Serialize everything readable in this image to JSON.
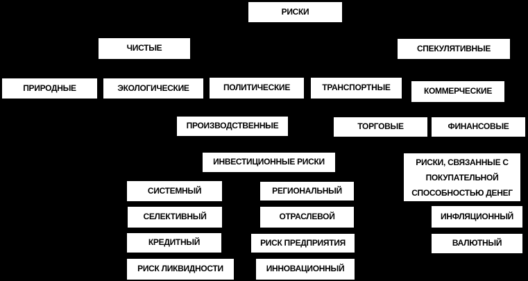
{
  "diagram": {
    "type": "hierarchy",
    "colors": {
      "background": "#000000",
      "box_fill": "#ffffff",
      "box_text": "#000000"
    },
    "nodes": {
      "riski": {
        "label": "РИСКИ",
        "level": 1
      },
      "chistye": {
        "label": "ЧИСТЫЕ",
        "level": 2
      },
      "spekulyativnye": {
        "label": "СПЕКУЛЯТИВНЫЕ",
        "level": 2
      },
      "prirodnye": {
        "label": "ПРИРОДНЫЕ",
        "level": 3
      },
      "ekologicheskie": {
        "label": "ЭКОЛОГИЧЕСКИЕ",
        "level": 3
      },
      "politicheskie": {
        "label": "ПОЛИТИЧЕСКИЕ",
        "level": 3
      },
      "transportnye": {
        "label": "ТРАНСПОРТНЫЕ",
        "level": 3
      },
      "kommercheskie": {
        "label": "КОММЕРЧЕСКИЕ",
        "level": 3
      },
      "proizvodstvennye": {
        "label": "ПРОИЗВОДСТВЕННЫЕ",
        "level": 4
      },
      "torgovye": {
        "label": "ТОРГОВЫЕ",
        "level": 4
      },
      "finansovye": {
        "label": "ФИНАНСОВЫЕ",
        "level": 4
      },
      "investitsionnye": {
        "label": "ИНВЕСТИЦИОННЫЕ РИСКИ",
        "level": 5
      },
      "pokupatelnaya": {
        "label": "РИСКИ, СВЯЗАННЫЕ С ПОКУПАТЕЛЬНОЙ СПОСОБНОСТЬЮ ДЕНЕГ",
        "level": 5
      },
      "sistemnyj": {
        "label": "СИСТЕМНЫЙ",
        "level": 6
      },
      "regionalnyj": {
        "label": "РЕГИОНАЛЬНЫЙ",
        "level": 6
      },
      "selektivnyj": {
        "label": "СЕЛЕКТИВНЫЙ",
        "level": 6
      },
      "otraslevoj": {
        "label": "ОТРАСЛЕВОЙ",
        "level": 6
      },
      "inflyatsionnyj": {
        "label": "ИНФЛЯЦИОННЫЙ",
        "level": 6
      },
      "kreditnyj": {
        "label": "КРЕДИТНЫЙ",
        "level": 6
      },
      "risk_predpriyatiya": {
        "label": "РИСК ПРЕДПРИЯТИЯ",
        "level": 6
      },
      "valyutnyj": {
        "label": "ВАЛЮТНЫЙ",
        "level": 6
      },
      "risk_likvidnosti": {
        "label": "РИСК ЛИКВИДНОСТИ",
        "level": 6
      },
      "innovatsionnyj": {
        "label": "ИННОВАЦИОННЫЙ",
        "level": 6
      }
    }
  }
}
